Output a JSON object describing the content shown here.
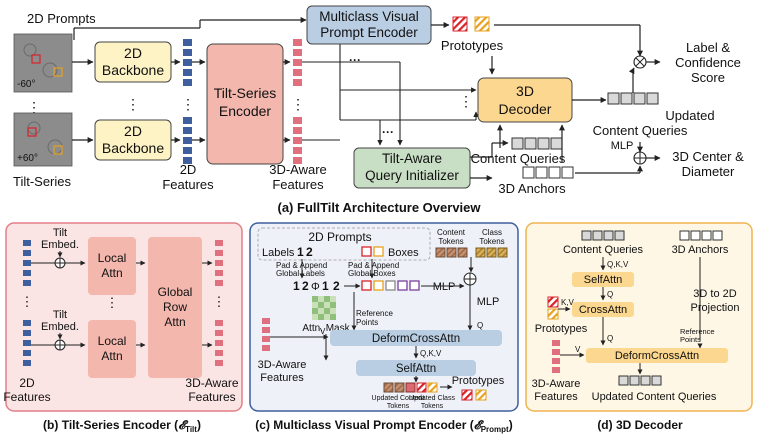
{
  "top": {
    "prompts_2d": "2D Prompts",
    "mvpe": [
      "Multiclass Visual",
      "Prompt Encoder"
    ],
    "prototypes": "Prototypes",
    "label_score": [
      "Label &",
      "Confidence",
      "Score"
    ],
    "angle_top": "-60°",
    "angle_bottom": "+60°",
    "backbone": [
      "2D",
      "Backbone"
    ],
    "dots": "⋮",
    "tse": [
      "Tilt-Series",
      "Encoder"
    ],
    "decoder": [
      "3D",
      "Decoder"
    ],
    "updated_cq": [
      "Updated",
      "Content Queries"
    ],
    "content_queries": "Content Queries",
    "mlp": "MLP",
    "center_diam": [
      "3D Center &",
      "Diameter"
    ],
    "taqi": [
      "Tilt-Aware",
      "Query Initializer"
    ],
    "anchors": "3D Anchors",
    "tilt_series": "Tilt-Series",
    "features_2d": [
      "2D",
      "Features"
    ],
    "features_3d": [
      "3D-Aware",
      "Features"
    ],
    "caption": "(a) FullTilt Architecture Overview"
  },
  "panel_b": {
    "tilt_embed": [
      "Tilt",
      "Embed."
    ],
    "local_attn": [
      "Local",
      "Attn"
    ],
    "global_attn": [
      "Global",
      "Row",
      "Attn"
    ],
    "features_2d": [
      "2D",
      "Features"
    ],
    "features_3d": [
      "3D-Aware",
      "Features"
    ],
    "caption": "(b) Tilt-Series Encoder (",
    "caption_sym": "𝓔",
    "caption_sub": "Tilt",
    "caption_end": ")"
  },
  "panel_c": {
    "prompts_2d": "2D Prompts",
    "labels": "Labels",
    "label_1": "1",
    "label_2": "2",
    "boxes": "Boxes",
    "content_tokens": [
      "Content",
      "Tokens"
    ],
    "class_tokens": [
      "Class",
      "Tokens"
    ],
    "pad_labels": [
      "Pad & Append",
      "Global Labels"
    ],
    "pad_boxes": [
      "Pad & Append",
      "Global Boxes"
    ],
    "seq_1": "1",
    "seq_2": "2",
    "seq_null": "Φ",
    "mlp_a": "MLP",
    "mlp_b": "MLP",
    "attn_mask": "Attn. Mask",
    "ref_points": [
      "Reference",
      "Points"
    ],
    "v": "V",
    "q": "Q",
    "qkv": "Q,K,V",
    "deform": "DeformCrossAttn",
    "self": "SelfAttn",
    "features_3d": [
      "3D-Aware",
      "Features"
    ],
    "prototypes": "Prototypes",
    "updated_content": [
      "Updated Content",
      "Tokens"
    ],
    "updated_class": [
      "Updated Class",
      "Tokens"
    ],
    "caption": "(c) Multiclass Visual Prompt Encoder (",
    "caption_sym": "𝓔",
    "caption_sub": "Prompt",
    "caption_end": ")"
  },
  "panel_d": {
    "content_queries": "Content Queries",
    "anchors": "3D Anchors",
    "qkv": "Q,K,V",
    "self": "SelfAttn",
    "q1": "Q",
    "kv": "K,V",
    "cross": "CrossAttn",
    "prototypes": "Prototypes",
    "proj": [
      "3D to 2D",
      "Projection"
    ],
    "q2": "Q",
    "v": "V",
    "ref_points": [
      "Reference",
      "Points"
    ],
    "deform": "DeformCrossAttn",
    "features_3d": [
      "3D-Aware",
      "Features"
    ],
    "updated_cq": "Updated Content Queries",
    "caption": "(d) 3D Decoder"
  },
  "colors": {
    "blue": "#3f5f9e",
    "pink": "#e0707e",
    "yellow": "#fdf3c4",
    "salmon": "#f3b7ad",
    "orange": "#fcd790",
    "steel": "#b9cde3",
    "green": "#c9dfc5",
    "red": "#d8232a",
    "gold": "#e6a21e"
  }
}
